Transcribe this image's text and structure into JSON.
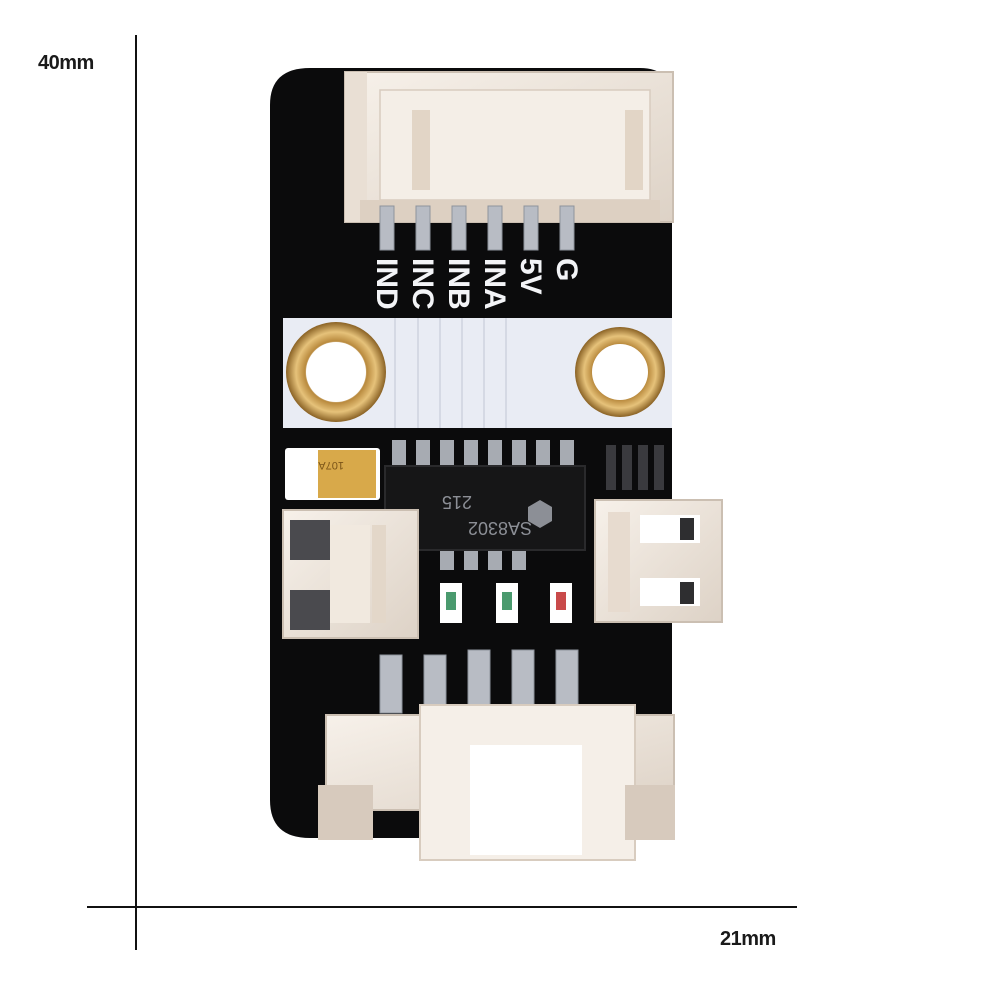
{
  "dimensions": {
    "height_label": "40mm",
    "width_label": "21mm"
  },
  "board": {
    "pin_labels": [
      "IND",
      "INC",
      "INB",
      "INA",
      "5V",
      "G"
    ],
    "chip_marking": "SA8302",
    "chip_code": "215",
    "capacitor_marking": "107A"
  },
  "colors": {
    "pcb": "#0b0b0c",
    "silkscreen": "#e9ecf4",
    "connector": "#efe7df",
    "gold": "#c9a15a"
  }
}
